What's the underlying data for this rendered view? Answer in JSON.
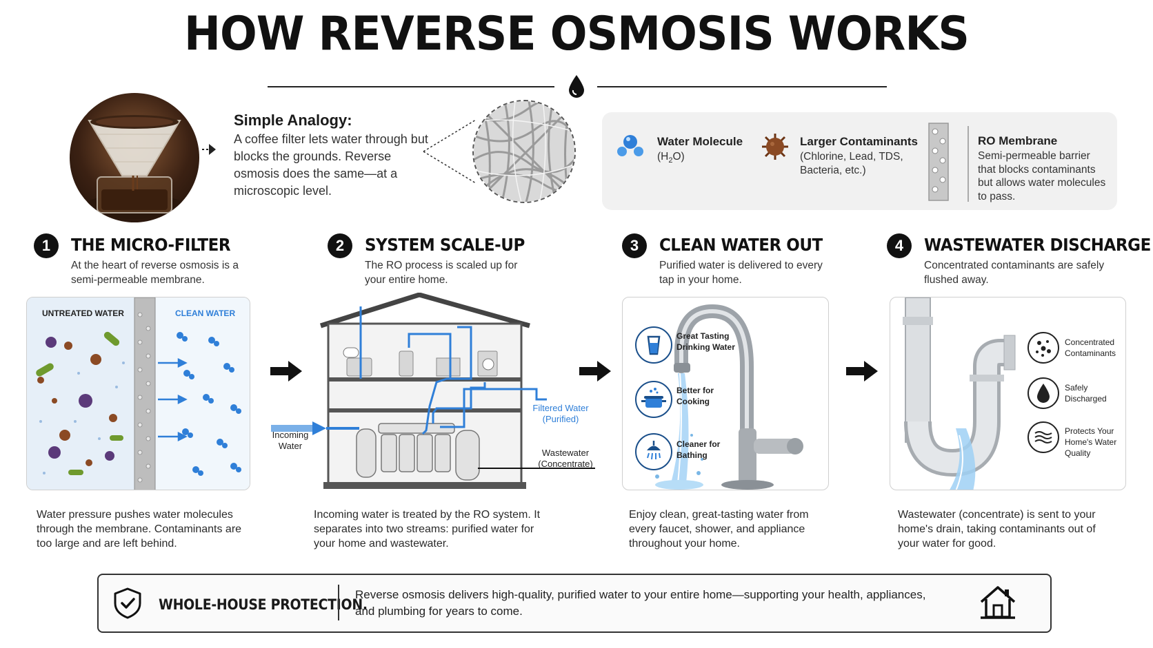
{
  "title": "HOW REVERSE OSMOSIS WORKS",
  "analogy": {
    "title": "Simple Analogy:",
    "text": "A coffee filter lets water through but blocks the grounds. Reverse osmosis does the same—at a microscopic level."
  },
  "legend": {
    "water": {
      "title": "Water Molecule",
      "text_pre": "(H",
      "text_sub": "2",
      "text_post": "O)"
    },
    "contaminants": {
      "title": "Larger Contaminants",
      "text": "(Chlorine, Lead, TDS, Bacteria, etc.)"
    },
    "membrane": {
      "title": "RO Membrane",
      "text": "Semi-permeable barrier that blocks contaminants but allows water molecules to pass."
    }
  },
  "steps": [
    {
      "number": "1",
      "title": "THE MICRO-FILTER",
      "subtitle": "At the heart of reverse osmosis is a semi-permeable membrane.",
      "labels": {
        "untreated": "UNTREATED WATER",
        "clean": "CLEAN WATER"
      },
      "caption": "Water pressure pushes water molecules through the membrane. Contaminants are too large and are left behind."
    },
    {
      "number": "2",
      "title": "SYSTEM SCALE-UP",
      "subtitle": "The RO process is scaled up for your entire home.",
      "labels": {
        "incoming": "Incoming Water",
        "filtered": "Filtered Water (Purified)",
        "wastewater": "Wastewater (Concentrate)"
      },
      "caption": "Incoming water is treated by the RO system. It separates into two streams: purified water for your home and wastewater."
    },
    {
      "number": "3",
      "title": "CLEAN WATER OUT",
      "subtitle": "Purified water is delivered to every tap in your home.",
      "features": [
        "Great Tasting Drinking Water",
        "Better for Cooking",
        "Cleaner for Bathing"
      ],
      "caption": "Enjoy clean, great-tasting water from every faucet, shower, and appliance throughout your home."
    },
    {
      "number": "4",
      "title": "WASTEWATER DISCHARGE",
      "subtitle": "Concentrated contaminants are safely flushed away.",
      "features": [
        "Concentrated Contaminants",
        "Safely Discharged",
        "Protects Your Home's Water Quality"
      ],
      "caption": "Wastewater (concentrate) is sent to your home's drain, taking contaminants out of your water for good."
    }
  ],
  "banner": {
    "title": "WHOLE-HOUSE PROTECTION.",
    "text": "Reverse osmosis delivers high-quality, purified water to your entire home—supporting your health, appliances, and plumbing for years to come."
  },
  "colors": {
    "accent_blue": "#2f7fd8",
    "dark_blue": "#1a4f8a",
    "text": "#1a1a1a",
    "contaminant_brown": "#8b4a24",
    "contaminant_purple": "#5b3a7a",
    "contaminant_green": "#6f9a2e"
  },
  "icons": [
    "water-drop-icon",
    "water-molecule-icon",
    "contaminant-icon",
    "membrane-icon",
    "glass-icon",
    "pot-icon",
    "shower-icon",
    "dots-icon",
    "drop-icon",
    "waves-icon",
    "shield-check-icon",
    "house-icon"
  ]
}
